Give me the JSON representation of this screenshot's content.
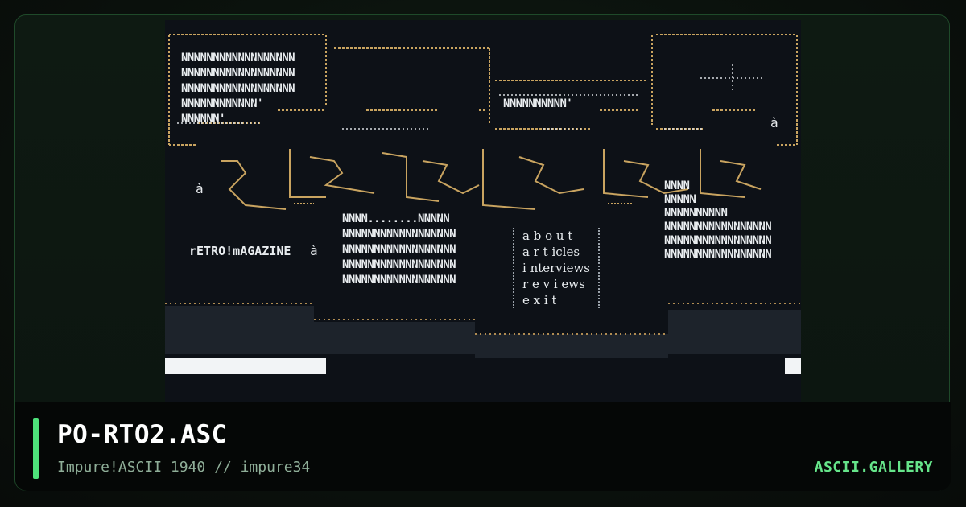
{
  "artwork": {
    "magazine_text": "rETRO!mAGAZINE",
    "menu_items": [
      "a b o u t",
      "a r t icles",
      "i nterviews",
      "r e v i ews",
      "e x i t"
    ],
    "n_rows_left": [
      "NNNNNNNNNNNNNNNNNN",
      "NNNNNNNNNNNNNNNNNN",
      "NNNNNNNNNNNNNNNNNN",
      "NNNNNNNNNNNN'",
      "NNNNNN'"
    ],
    "n_rows_center": [
      "NNNN........NNNNN",
      "NNNNNNNNNNNNNNNNNN",
      "NNNNNNNNNNNNNNNNNN",
      "NNNNNNNNNNNNNNNNNN",
      "NNNNNNNNNNNNNNNNNN"
    ],
    "n_rows_right": [
      "NNNN",
      "NNNNN",
      "NNNNNNNNNN",
      "NNNNNNNNNNNNNNNNN",
      "NNNNNNNNNNNNNNNNN",
      "NNNNNNNNNNNNNNNNN"
    ],
    "colors": {
      "gold": "#c9a460",
      "white": "#e8ecef",
      "dim": "#3a4048",
      "background": "#0d1117"
    }
  },
  "caption": {
    "title": "PO-RTO2.ASC",
    "subtitle": "Impure!ASCII 1940 // impure34",
    "brand": "ASCII.GALLERY"
  },
  "colors": {
    "accent": "#4ee27a",
    "brand": "#66e58a"
  }
}
